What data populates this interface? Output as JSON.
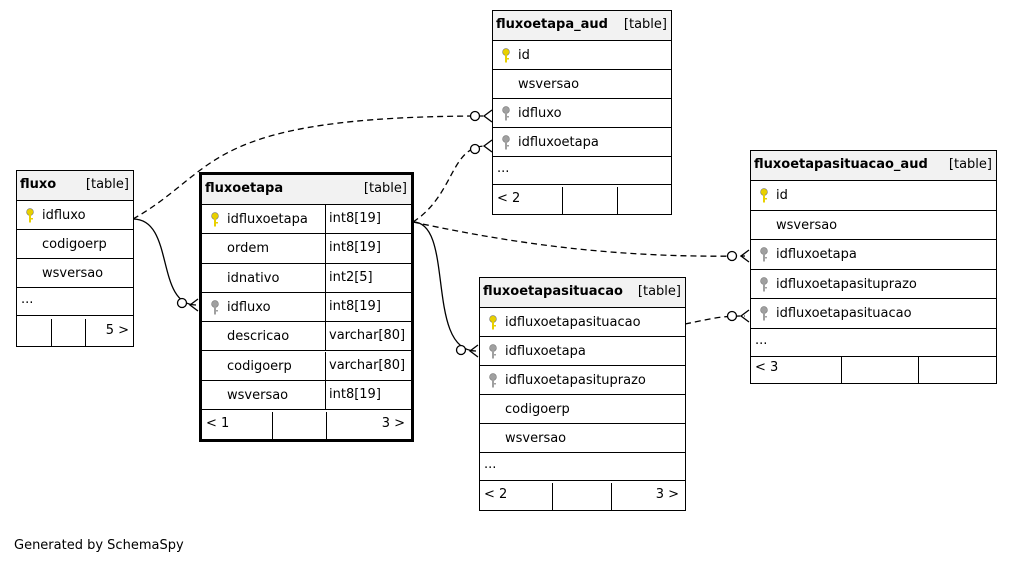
{
  "credit": "Generated by SchemaSpy",
  "tables": {
    "fluxo": {
      "name": "fluxo",
      "kind": "[table]",
      "columns": [
        {
          "name": "idfluxo",
          "key": "pk"
        },
        {
          "name": "codigoerp",
          "key": ""
        },
        {
          "name": "wsversao",
          "key": ""
        }
      ],
      "ellipsis": "...",
      "footer": [
        "",
        "",
        "5 >"
      ]
    },
    "fluxoetapa": {
      "name": "fluxoetapa",
      "kind": "[table]",
      "columns": [
        {
          "name": "idfluxoetapa",
          "type": "int8[19]",
          "key": "pk"
        },
        {
          "name": "ordem",
          "type": "int8[19]",
          "key": ""
        },
        {
          "name": "idnativo",
          "type": "int2[5]",
          "key": ""
        },
        {
          "name": "idfluxo",
          "type": "int8[19]",
          "key": "fk"
        },
        {
          "name": "descricao",
          "type": "varchar[80]",
          "key": ""
        },
        {
          "name": "codigoerp",
          "type": "varchar[80]",
          "key": ""
        },
        {
          "name": "wsversao",
          "type": "int8[19]",
          "key": ""
        }
      ],
      "footer": [
        "< 1",
        "",
        "3 >"
      ]
    },
    "fluxoetapa_aud": {
      "name": "fluxoetapa_aud",
      "kind": "[table]",
      "columns": [
        {
          "name": "id",
          "key": "pk"
        },
        {
          "name": "wsversao",
          "key": ""
        },
        {
          "name": "idfluxo",
          "key": "fk"
        },
        {
          "name": "idfluxoetapa",
          "key": "fk"
        }
      ],
      "ellipsis": "...",
      "footer": [
        "< 2",
        "",
        ""
      ]
    },
    "fluxoetapasituacao": {
      "name": "fluxoetapasituacao",
      "kind": "[table]",
      "columns": [
        {
          "name": "idfluxoetapasituacao",
          "key": "pk"
        },
        {
          "name": "idfluxoetapa",
          "key": "fk"
        },
        {
          "name": "idfluxoetapasituprazo",
          "key": "fk"
        },
        {
          "name": "codigoerp",
          "key": ""
        },
        {
          "name": "wsversao",
          "key": ""
        }
      ],
      "ellipsis": "...",
      "footer": [
        "< 2",
        "",
        "3 >"
      ]
    },
    "fluxoetapasituacao_aud": {
      "name": "fluxoetapasituacao_aud",
      "kind": "[table]",
      "columns": [
        {
          "name": "id",
          "key": "pk"
        },
        {
          "name": "wsversao",
          "key": ""
        },
        {
          "name": "idfluxoetapa",
          "key": "fk"
        },
        {
          "name": "idfluxoetapasituprazo",
          "key": "fk"
        },
        {
          "name": "idfluxoetapasituacao",
          "key": "fk"
        }
      ],
      "ellipsis": "...",
      "footer": [
        "< 3",
        "",
        ""
      ]
    }
  },
  "colors": {
    "pk_key": "#e8d000",
    "fk_key": "#a0a0a0",
    "header_bg": "#f2f2f2"
  }
}
